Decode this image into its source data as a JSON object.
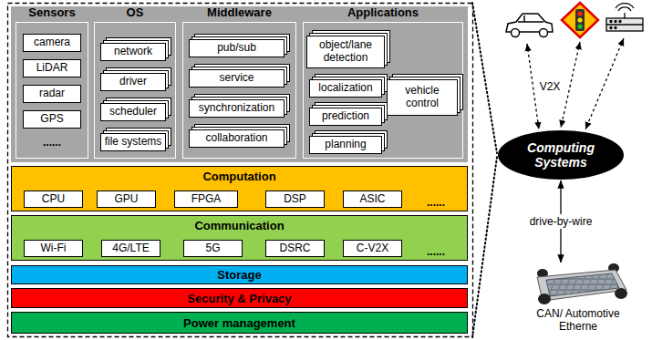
{
  "diagram": {
    "nodes": [
      {
        "text": [
          "Sensors"
        ]
      },
      {
        "text": [
          "camera"
        ],
        "in": 0
      },
      {
        "text": [
          "LiDAR"
        ],
        "in": 0
      },
      {
        "text": [
          "radar"
        ],
        "in": 0
      },
      {
        "text": [
          "GPS"
        ],
        "in": 0
      },
      {
        "text": [
          "OS"
        ]
      },
      {
        "text": [
          "network"
        ],
        "in": 5
      },
      {
        "text": [
          "driver"
        ],
        "in": 5
      },
      {
        "text": [
          "scheduler"
        ],
        "in": 5
      },
      {
        "text": [
          "file systems"
        ],
        "in": 5
      },
      {
        "text": [
          "Middleware"
        ]
      },
      {
        "text": [
          "pub/sub"
        ],
        "in": 10
      },
      {
        "text": [
          "service"
        ],
        "in": 10
      },
      {
        "text": [
          "synchronization"
        ],
        "in": 10
      },
      {
        "text": [
          "collaboration"
        ],
        "in": 10
      },
      {
        "text": [
          "Applications"
        ]
      },
      {
        "text": [
          "object/lane detection"
        ],
        "in": 15
      },
      {
        "text": [
          "localization"
        ],
        "in": 15
      },
      {
        "text": [
          "prediction"
        ],
        "in": 15
      },
      {
        "text": [
          "planning"
        ],
        "in": 15
      },
      {
        "text": [
          "vehicle control"
        ],
        "in": 15
      },
      {
        "text": [
          "Computation"
        ]
      },
      {
        "text": [
          "CPU"
        ],
        "in": 21
      },
      {
        "text": [
          "GPU"
        ],
        "in": 21
      },
      {
        "text": [
          "FPGA"
        ],
        "in": 21
      },
      {
        "text": [
          "DSP"
        ],
        "in": 21
      },
      {
        "text": [
          "ASIC"
        ],
        "in": 21
      },
      {
        "text": [
          "Communication"
        ]
      },
      {
        "text": [
          "Wi-Fi"
        ],
        "in": 27
      },
      {
        "text": [
          "4G/LTE"
        ],
        "in": 27
      },
      {
        "text": [
          "5G"
        ],
        "in": 27
      },
      {
        "text": [
          "DSRC"
        ],
        "in": 27
      },
      {
        "text": [
          "C-V2X"
        ],
        "in": 27
      },
      {
        "text": [
          "Storage"
        ]
      },
      {
        "text": [
          "Security & Privacy"
        ]
      },
      {
        "text": [
          "Power management"
        ]
      },
      {
        "text": [
          "Computing Systems"
        ]
      },
      {
        "text": [
          "CAN/ Automotive Etherne"
        ]
      }
    ],
    "edges": [
      {
        "from": 36,
        "to": 37,
        "label": "drive-by-wire",
        "arrow": "both"
      }
    ],
    "labels": [
      "......",
      "......",
      "......",
      "V2X"
    ]
  }
}
